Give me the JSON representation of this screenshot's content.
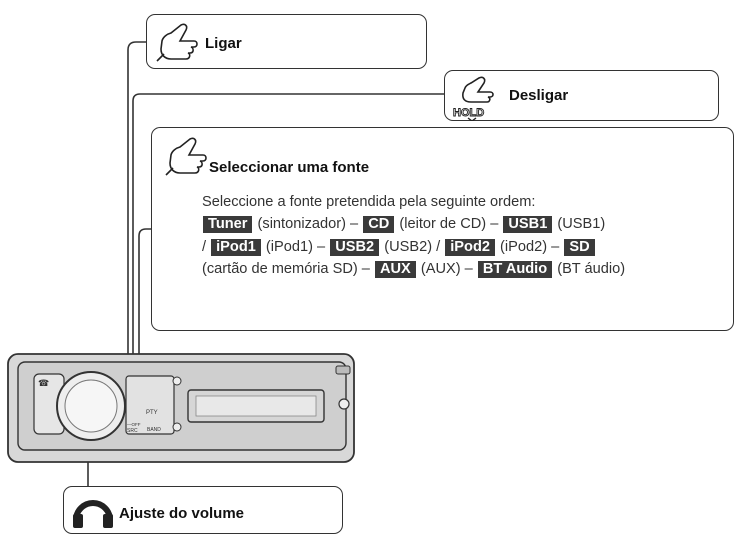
{
  "callouts": {
    "ligar": {
      "title": "Ligar",
      "icon": "press-hand-icon"
    },
    "desligar": {
      "title": "Desligar",
      "icon": "press-hold-hand-icon",
      "hold_label": "HOLD"
    },
    "fonte": {
      "title": "Seleccionar uma fonte",
      "icon": "press-hand-icon",
      "intro": "Seleccione a fonte pretendida pela seguinte ordem:",
      "sequence": [
        {
          "tag": "Tuner",
          "text": "(sintonizador)",
          "sep": "–"
        },
        {
          "tag": "CD",
          "text": "(leitor de CD)",
          "sep": "–"
        },
        {
          "tag": "USB1",
          "text": "(USB1)",
          "sep": "/"
        },
        {
          "tag": "iPod1",
          "text": "(iPod1)",
          "sep": "–"
        },
        {
          "tag": "USB2",
          "text": "(USB2)",
          "sep": "/"
        },
        {
          "tag": "iPod2",
          "text": "(iPod2)",
          "sep": "–"
        },
        {
          "tag": "SD",
          "text": "(cartão de memória SD)",
          "sep": "–"
        },
        {
          "tag": "AUX",
          "text": "(AUX)",
          "sep": "–"
        },
        {
          "tag": "BT Audio",
          "text": "(BT áudio)",
          "sep": ""
        }
      ]
    },
    "volume": {
      "title": "Ajuste do volume",
      "icon": "rotate-knob-icon"
    }
  },
  "radio": {
    "labels": {
      "pty": "PTY",
      "band": "BAND",
      "src": "SRC",
      "off": "—OFF"
    }
  },
  "colors": {
    "tag_bg": "#3a3a3a",
    "line": "#333333",
    "panel": "#cfcfcf"
  }
}
